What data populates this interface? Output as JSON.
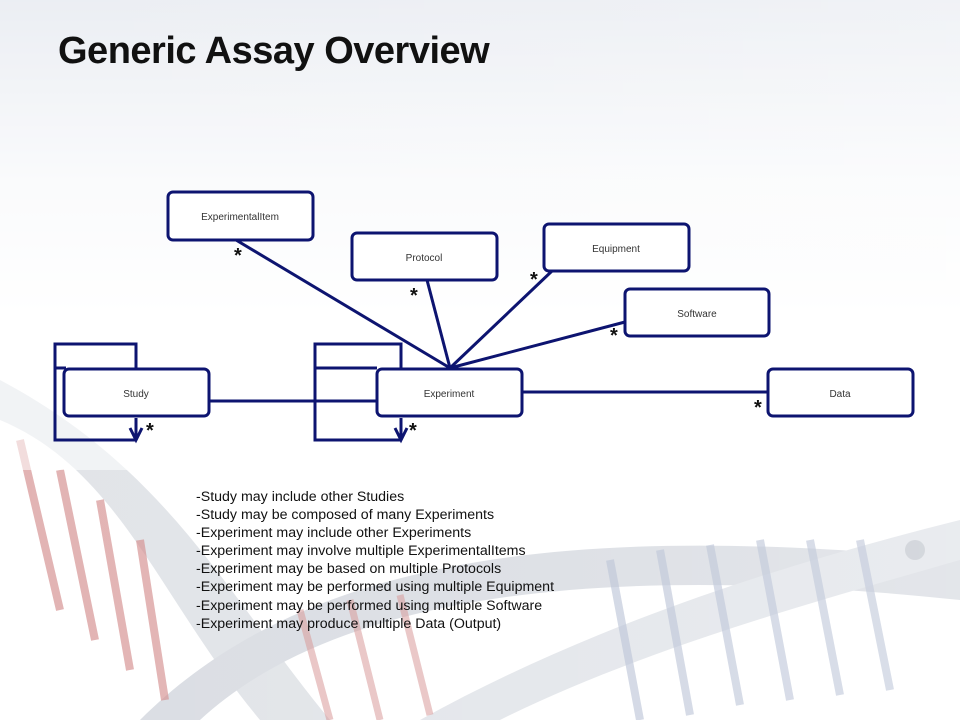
{
  "slide": {
    "title": "Generic Assay Overview"
  },
  "diagram": {
    "boxes": {
      "experimental_item": "ExperimentalItem",
      "protocol": "Protocol",
      "equipment": "Equipment",
      "software": "Software",
      "study": "Study",
      "experiment": "Experiment",
      "data": "Data"
    },
    "multiplicity": "*"
  },
  "notes": [
    "-Study may include other Studies",
    "-Study may be composed of many Experiments",
    "-Experiment may include other Experiments",
    "-Experiment may involve multiple ExperimentalItems",
    "-Experiment may be based on multiple Protocols",
    "-Experiment may be performed using multiple Equipment",
    "-Experiment may be performed using multiple Software",
    "-Experiment may produce multiple Data (Output)"
  ],
  "colors": {
    "line": "#0d1470",
    "box_border": "#0d1470",
    "title": "#111111"
  }
}
